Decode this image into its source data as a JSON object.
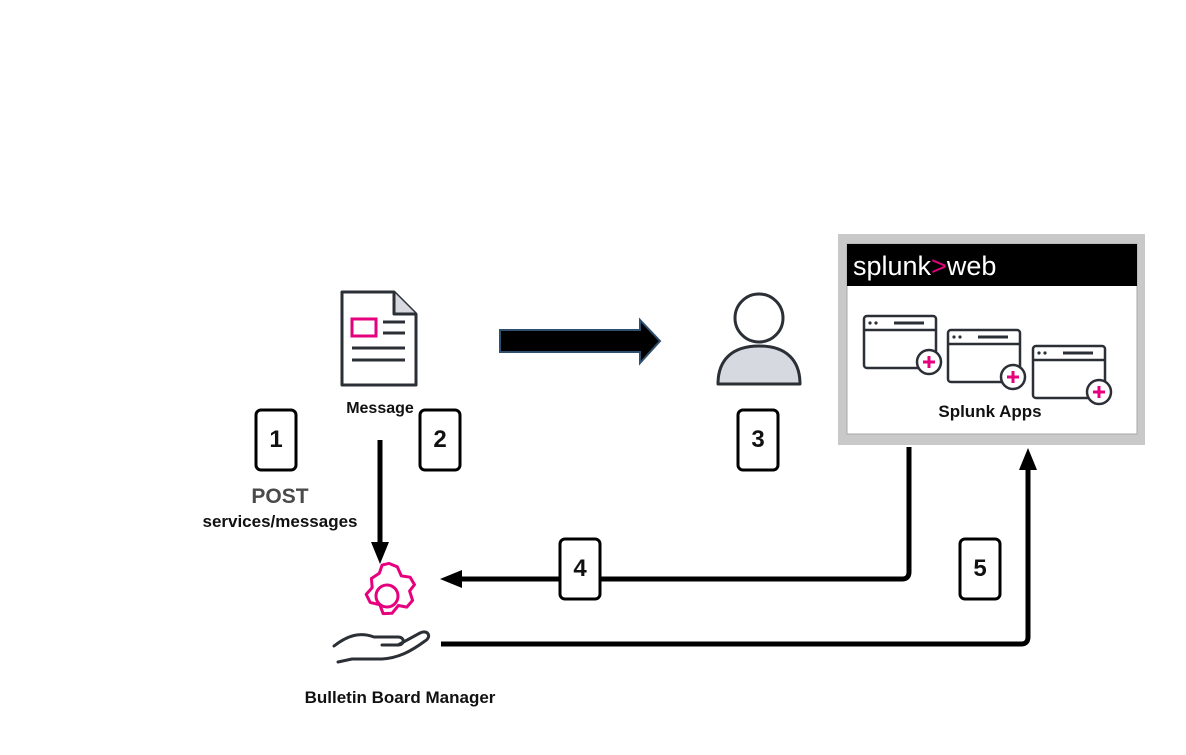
{
  "colors": {
    "accent": "#e6007e",
    "stroke": "#2b2f36",
    "arrow_fill": "#000000",
    "arrow_edge": "#2f4f6f",
    "user_fill": "#d6d9df",
    "panel_border": "#c9c9c9",
    "header_bg": "#000000",
    "logo_chevron": "#e6007e"
  },
  "icons": {
    "message": "document-icon",
    "user": "user-icon",
    "manager": "gear-hand-icon",
    "app": "app-window-plus-icon"
  },
  "labels": {
    "message": "Message",
    "post_method": "POST",
    "post_endpoint": "services/messages",
    "manager": "Bulletin Board Manager",
    "apps": "Splunk Apps"
  },
  "logo": {
    "left": "splunk",
    "chevron": ">",
    "right": "web"
  },
  "steps": [
    "1",
    "2",
    "3",
    "4",
    "5"
  ]
}
